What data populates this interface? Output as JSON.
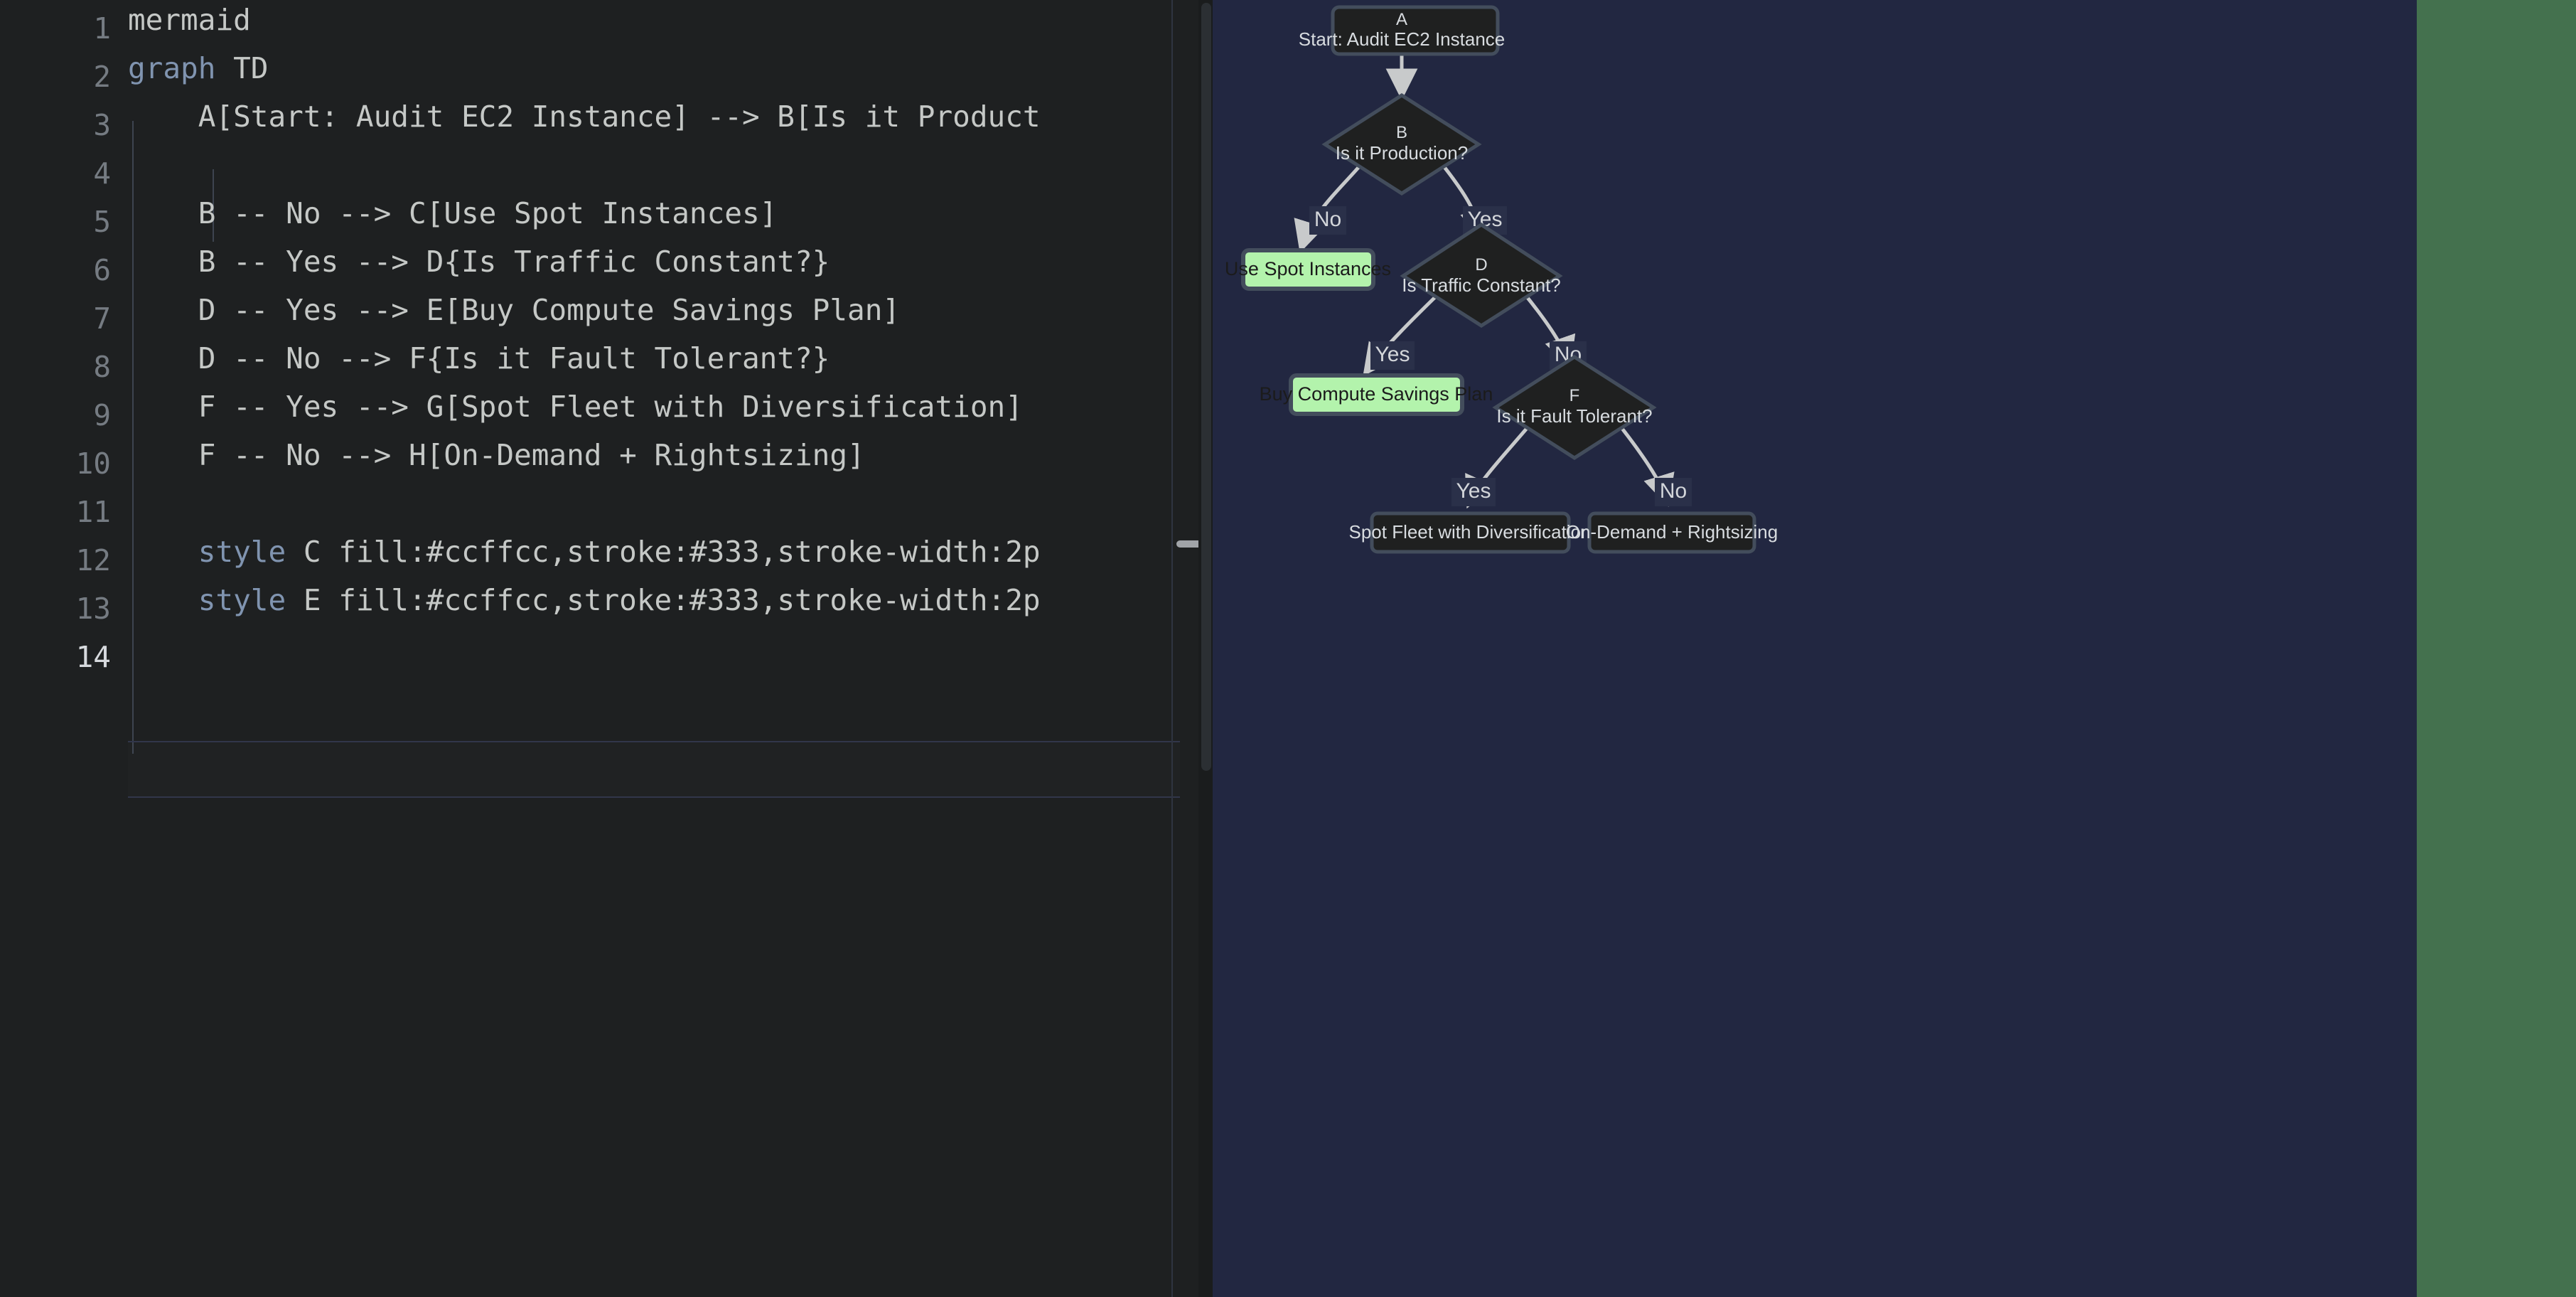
{
  "editor": {
    "language": "mermaid",
    "active_line": 14,
    "gutter_line_numbers": [
      "1",
      "2",
      "3",
      "4",
      "5",
      "6",
      "7",
      "8",
      "9",
      "10",
      "11",
      "12",
      "13",
      "14"
    ],
    "lines": [
      {
        "n": "1",
        "text": "mermaid",
        "kind": "plain"
      },
      {
        "n": "2",
        "kw": "graph",
        "rest": " TD",
        "kind": "keyword"
      },
      {
        "n": "3",
        "text": "    A[Start: Audit EC2 Instance] --> B[Is it Product",
        "kind": "plain"
      },
      {
        "n": "4",
        "text": "",
        "kind": "plain"
      },
      {
        "n": "5",
        "text": "    B -- No --> C[Use Spot Instances]",
        "kind": "plain"
      },
      {
        "n": "6",
        "text": "    B -- Yes --> D{Is Traffic Constant?}",
        "kind": "plain"
      },
      {
        "n": "7",
        "text": "    D -- Yes --> E[Buy Compute Savings Plan]",
        "kind": "plain"
      },
      {
        "n": "8",
        "text": "    D -- No --> F{Is it Fault Tolerant?}",
        "kind": "plain"
      },
      {
        "n": "9",
        "text": "    F -- Yes --> G[Spot Fleet with Diversification]",
        "kind": "plain"
      },
      {
        "n": "10",
        "text": "    F -- No --> H[On-Demand + Rightsizing]",
        "kind": "plain"
      },
      {
        "n": "11",
        "text": "",
        "kind": "plain"
      },
      {
        "n": "12",
        "kw": "    style",
        "rest": " C fill:#ccffcc,stroke:#333,stroke-width:2p",
        "kind": "keyword"
      },
      {
        "n": "13",
        "kw": "    style",
        "rest": " E fill:#ccffcc,stroke:#333,stroke-width:2p",
        "kind": "keyword"
      },
      {
        "n": "14",
        "text": "",
        "kind": "plain"
      }
    ]
  },
  "diagram": {
    "type": "flowchart",
    "direction": "TD",
    "background_color": "#222741",
    "node_fill": "#1f2020",
    "node_stroke": "#434d5c",
    "node_text_color": "#d8dce0",
    "highlight_fill": "#b3f3ac",
    "highlight_text_color": "#1b1b1b",
    "edge_color": "#c8cacb",
    "nodes": [
      {
        "id": "A",
        "key": "A",
        "label": "Start: Audit EC2 Instance",
        "shape": "rect",
        "style": "default"
      },
      {
        "id": "B",
        "key": "B",
        "label": "Is it Production?",
        "shape": "diamond",
        "style": "default"
      },
      {
        "id": "C",
        "key": "",
        "label": "Use Spot Instances",
        "shape": "rect",
        "style": "highlight"
      },
      {
        "id": "D",
        "key": "D",
        "label": "Is Traffic Constant?",
        "shape": "diamond",
        "style": "default"
      },
      {
        "id": "E",
        "key": "",
        "label": "Buy Compute Savings Plan",
        "shape": "rect",
        "style": "highlight"
      },
      {
        "id": "F",
        "key": "F",
        "label": "Is it Fault Tolerant?",
        "shape": "diamond",
        "style": "default"
      },
      {
        "id": "G",
        "key": "",
        "label": "Spot Fleet with Diversification",
        "shape": "rect",
        "style": "default"
      },
      {
        "id": "H",
        "key": "",
        "label": "On-Demand + Rightsizing",
        "shape": "rect",
        "style": "default"
      }
    ],
    "edges": [
      {
        "from": "A",
        "to": "B",
        "label": ""
      },
      {
        "from": "B",
        "to": "C",
        "label": "No"
      },
      {
        "from": "B",
        "to": "D",
        "label": "Yes"
      },
      {
        "from": "D",
        "to": "E",
        "label": "Yes"
      },
      {
        "from": "D",
        "to": "F",
        "label": "No"
      },
      {
        "from": "F",
        "to": "G",
        "label": "Yes"
      },
      {
        "from": "F",
        "to": "H",
        "label": "No"
      }
    ]
  },
  "right_strip": {
    "color": "#44714e"
  }
}
